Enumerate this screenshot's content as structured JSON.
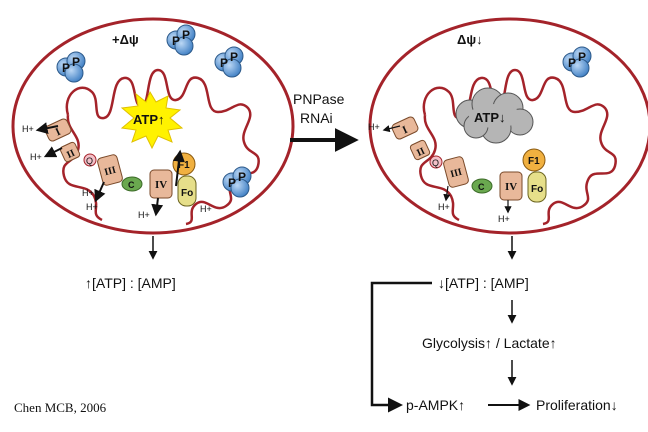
{
  "left_mito": {
    "potential": "+Δψ",
    "atp_burst": "ATP↑",
    "complexes": [
      "I",
      "II",
      "III",
      "IV"
    ],
    "q_label": "Q",
    "c_label": "C",
    "f1_label": "F1",
    "fo_label": "Fo",
    "proton": "H+",
    "pnp_label": "P",
    "result": "↑[ATP] : [AMP]"
  },
  "right_mito": {
    "potential": "Δψ↓",
    "atp_cloud": "ATP↓",
    "complexes": [
      "I",
      "II",
      "III",
      "IV"
    ],
    "q_label": "Q",
    "c_label": "C",
    "f1_label": "F1",
    "fo_label": "Fo",
    "proton": "H+",
    "pnp_label": "P"
  },
  "treatment": {
    "line1": "PNPase",
    "line2": "RNAi"
  },
  "pathway": {
    "ratio": "↓[ATP] : [AMP]",
    "glycolysis": "Glycolysis↑ / Lactate↑",
    "ampk": "p-AMPK↑",
    "proliferation": "Proliferation↓"
  },
  "citation": "Chen MCB, 2006",
  "colors": {
    "membrane": "#a4232a",
    "complex_fill": "#e8b89a",
    "pnp_blue": "#5b9bd5",
    "c_green": "#6aa84f",
    "f1_orange": "#f0b040",
    "fo_yellow": "#e6df8a",
    "burst_yellow": "#fff200",
    "cloud_gray": "#b5b5b5"
  }
}
